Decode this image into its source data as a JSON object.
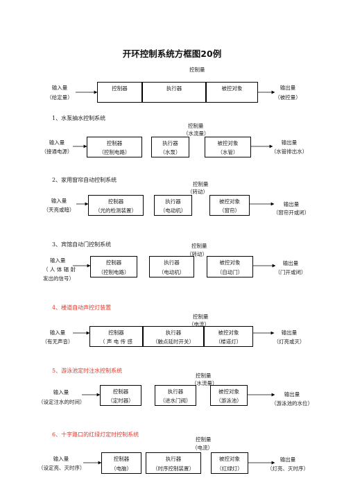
{
  "title": "开环控制系统方框图20例",
  "generic": {
    "control": "控制量",
    "input": "输入量",
    "input_sub": "（给定量）",
    "controller": "控制器",
    "actuator": "执行器",
    "plant": "被控对象",
    "output": "输出量",
    "output_sub": "（被控量）"
  },
  "examples": [
    {
      "heading": "1、水泵抽水控制系统",
      "control": "控制量",
      "control_sub": "（水流量）",
      "input": "输入量",
      "input_sub": "（接通电源）",
      "controller": "控制器",
      "controller_sub": "（控制电路）",
      "actuator": "执行器",
      "actuator_sub": "（水泵）",
      "plant": "被控对象",
      "plant_sub": "（水管）",
      "output": "输出量",
      "output_sub": "（水管排出水）"
    },
    {
      "heading": "2、家用窗帘自动控制系统",
      "control": "控制量",
      "control_sub": "（转动）",
      "input": "输入量",
      "input_sub": "（天亮或暗）",
      "controller": "控制器",
      "controller_sub": "（光的检测装置）",
      "actuator": "执行器",
      "actuator_sub": "（电动机）",
      "plant": "被控对象",
      "plant_sub": "（窗帘）",
      "output": "输出量",
      "output_sub": "（窗帘开或闭）"
    },
    {
      "heading": "3、宾馆自动门控制系统",
      "control": "控制量",
      "control_sub": "（转动）",
      "input": "输入量",
      "input_sub": "（ 人 体 辐 射",
      "input_sub2": "发出的信号）",
      "controller": "控制器",
      "controller_sub": "（控制电路）",
      "actuator": "执行器",
      "actuator_sub": "（电动机）",
      "plant": "被控对象",
      "plant_sub": "（自动门）",
      "output": "输出量",
      "output_sub": "（门开或闭）"
    },
    {
      "heading": "4、楼道自动声控灯装置",
      "control": "控制量",
      "control_sub": "（电流）",
      "input": "输入量",
      "input_sub": "（有无声音）",
      "controller": "控制器",
      "controller_sub": "（ 声 电 传 感",
      "actuator": "执行器",
      "actuator_sub": "（触点延时开关）",
      "plant": "被控对象",
      "plant_sub": "（楼道灯）",
      "output": "输出量",
      "output_sub": "（灯亮或灭）"
    },
    {
      "heading": "5、游泳池定时注水控制系统",
      "control": "控制量",
      "control_sub": "（水流量）",
      "input": "输入量",
      "input_sub": "（设定注水的时间）",
      "controller": "控制器",
      "controller_sub": "（定时器）",
      "actuator": "执行器",
      "actuator_sub": "（进水门阀）",
      "plant": "被控对象",
      "plant_sub": "（游泳池）",
      "output": "输出量",
      "output_sub": "（游泳池的水位）"
    },
    {
      "heading": "6、十字路口的红绿灯定时控制系统",
      "control": "控制量",
      "control_sub": "（电流）",
      "input": "输入量",
      "input_sub": "（设定亮、灭时序）",
      "controller": "控制器",
      "controller_sub": "（电脑）",
      "actuator": "执行器",
      "actuator_sub": "（时序控制装置）",
      "plant": "被控对象",
      "plant_sub": "（红绿灯）",
      "output": "输出量",
      "output_sub": "（灯亮、灭时序）"
    }
  ]
}
